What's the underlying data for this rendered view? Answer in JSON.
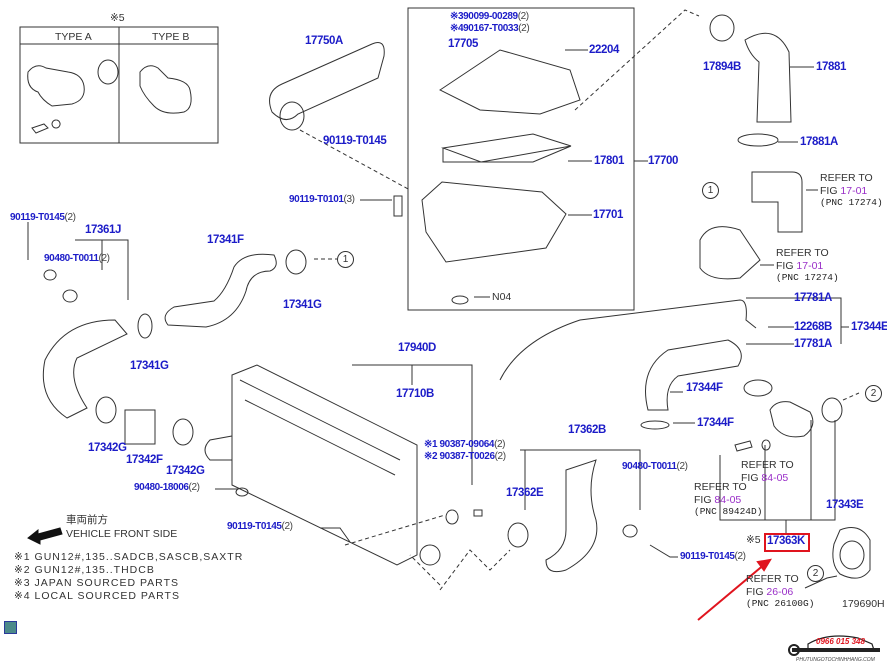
{
  "inset": {
    "note": "※5",
    "type_a": "TYPE A",
    "type_b": "TYPE B"
  },
  "colors": {
    "part_number": "#1c1cc8",
    "figure_ref": "#9a2fc8",
    "highlight": "#e0141e",
    "arrow": "#e0141e"
  },
  "parts": {
    "p17750A": "17750A",
    "p90119_T0145_a": "90119-T0145",
    "p90099": "※390099-00289",
    "p90099_q": "(2)",
    "p90167": "※490167-T0033",
    "p90167_q": "(2)",
    "p17705": "17705",
    "p22204": "22204",
    "p17801": "17801",
    "p17700": "17700",
    "p17701": "17701",
    "pN04": "N04",
    "p90119_T0101": "90119-T0101",
    "p90119_T0101_q": "(3)",
    "p17894B": "17894B",
    "p17881": "17881",
    "p17881A": "17881A",
    "p90119_T0145_b": "90119-T0145",
    "p90119_T0145_b_q": "(2)",
    "p17361J": "17361J",
    "p90480_T0011_a": "90480-T0011",
    "p90480_T0011_a_q": "(2)",
    "p17341F": "17341F",
    "p17341G_a": "17341G",
    "p17781A_a": "17781A",
    "p12268B": "12268B",
    "p17344E": "17344E",
    "p17781A_b": "17781A",
    "p17344F_a": "17344F",
    "p17344F_b": "17344F",
    "p17940D": "17940D",
    "p17710B": "17710B",
    "p90387_09064": "※1 90387-09064",
    "p90387_09064_q": "(2)",
    "p90387_T0026": "※2 90387-T0026",
    "p90387_T0026_q": "(2)",
    "p17341G_b": "17341G",
    "p17342G_a": "17342G",
    "p17342F": "17342F",
    "p17342G_b": "17342G",
    "p90480_18006": "90480-18006",
    "p90480_18006_q": "(2)",
    "p90119_T0145_c": "90119-T0145",
    "p90119_T0145_c_q": "(2)",
    "p17362B": "17362B",
    "p90480_T0011_b": "90480-T0011",
    "p90480_T0011_b_q": "(2)",
    "p17362E": "17362E",
    "p17343E": "17343E",
    "p17363K_note": "※5",
    "p17363K": "17363K",
    "p90119_T0145_d": "90119-T0145",
    "p90119_T0145_d_q": "(2)",
    "fig_id": "179690H"
  },
  "refs": [
    {
      "line1": "REFER TO",
      "fig_prefix": "FIG ",
      "fig": "17-01",
      "pnc": "(PNC 17274)"
    },
    {
      "line1": "REFER TO",
      "fig_prefix": "FIG ",
      "fig": "17-01",
      "pnc": "(PNC 17274)"
    },
    {
      "line1": "REFER TO",
      "fig_prefix": "FIG ",
      "fig": "84-05"
    },
    {
      "line1": "REFER TO",
      "fig_prefix": "FIG ",
      "fig": "84-05",
      "pnc": "(PNC 89424D)"
    },
    {
      "line1": "REFER TO",
      "fig_prefix": "FIG ",
      "fig": "26-06",
      "pnc": "(PNC 26100G)"
    }
  ],
  "connectors": {
    "c1": "1",
    "c2": "2"
  },
  "direction": {
    "jp": "車両前方",
    "en": "VEHICLE FRONT SIDE"
  },
  "notes": [
    "※1 GUN12#,135..SADCB,SASCB,SAXTR",
    "※2 GUN12#,135..THDCB",
    "※3 JAPAN SOURCED PARTS",
    "※4 LOCAL SOURCED PARTS"
  ],
  "watermark": {
    "phone": "0966 015 348",
    "site": "PHUTUNGOTOCHINHHANG.COM"
  }
}
